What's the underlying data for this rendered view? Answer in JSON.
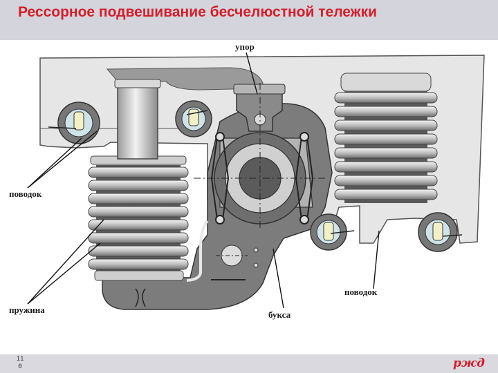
{
  "slide": {
    "title": "Рессорное подвешивание бесчелюстной тележки",
    "page_number": "110",
    "logo_text": "ржд"
  },
  "labels": {
    "stop": "упор",
    "leash_left": "поводок",
    "spring": "пружина",
    "axlebox": "букса",
    "leash_right": "поводок"
  },
  "colors": {
    "title_red": "#d21f2a",
    "title_bar": "#d4d4dc",
    "frame_light": "#e6e6e6",
    "body_dark": "#7c7c7c",
    "spring_gray": "#bdbdbd"
  }
}
